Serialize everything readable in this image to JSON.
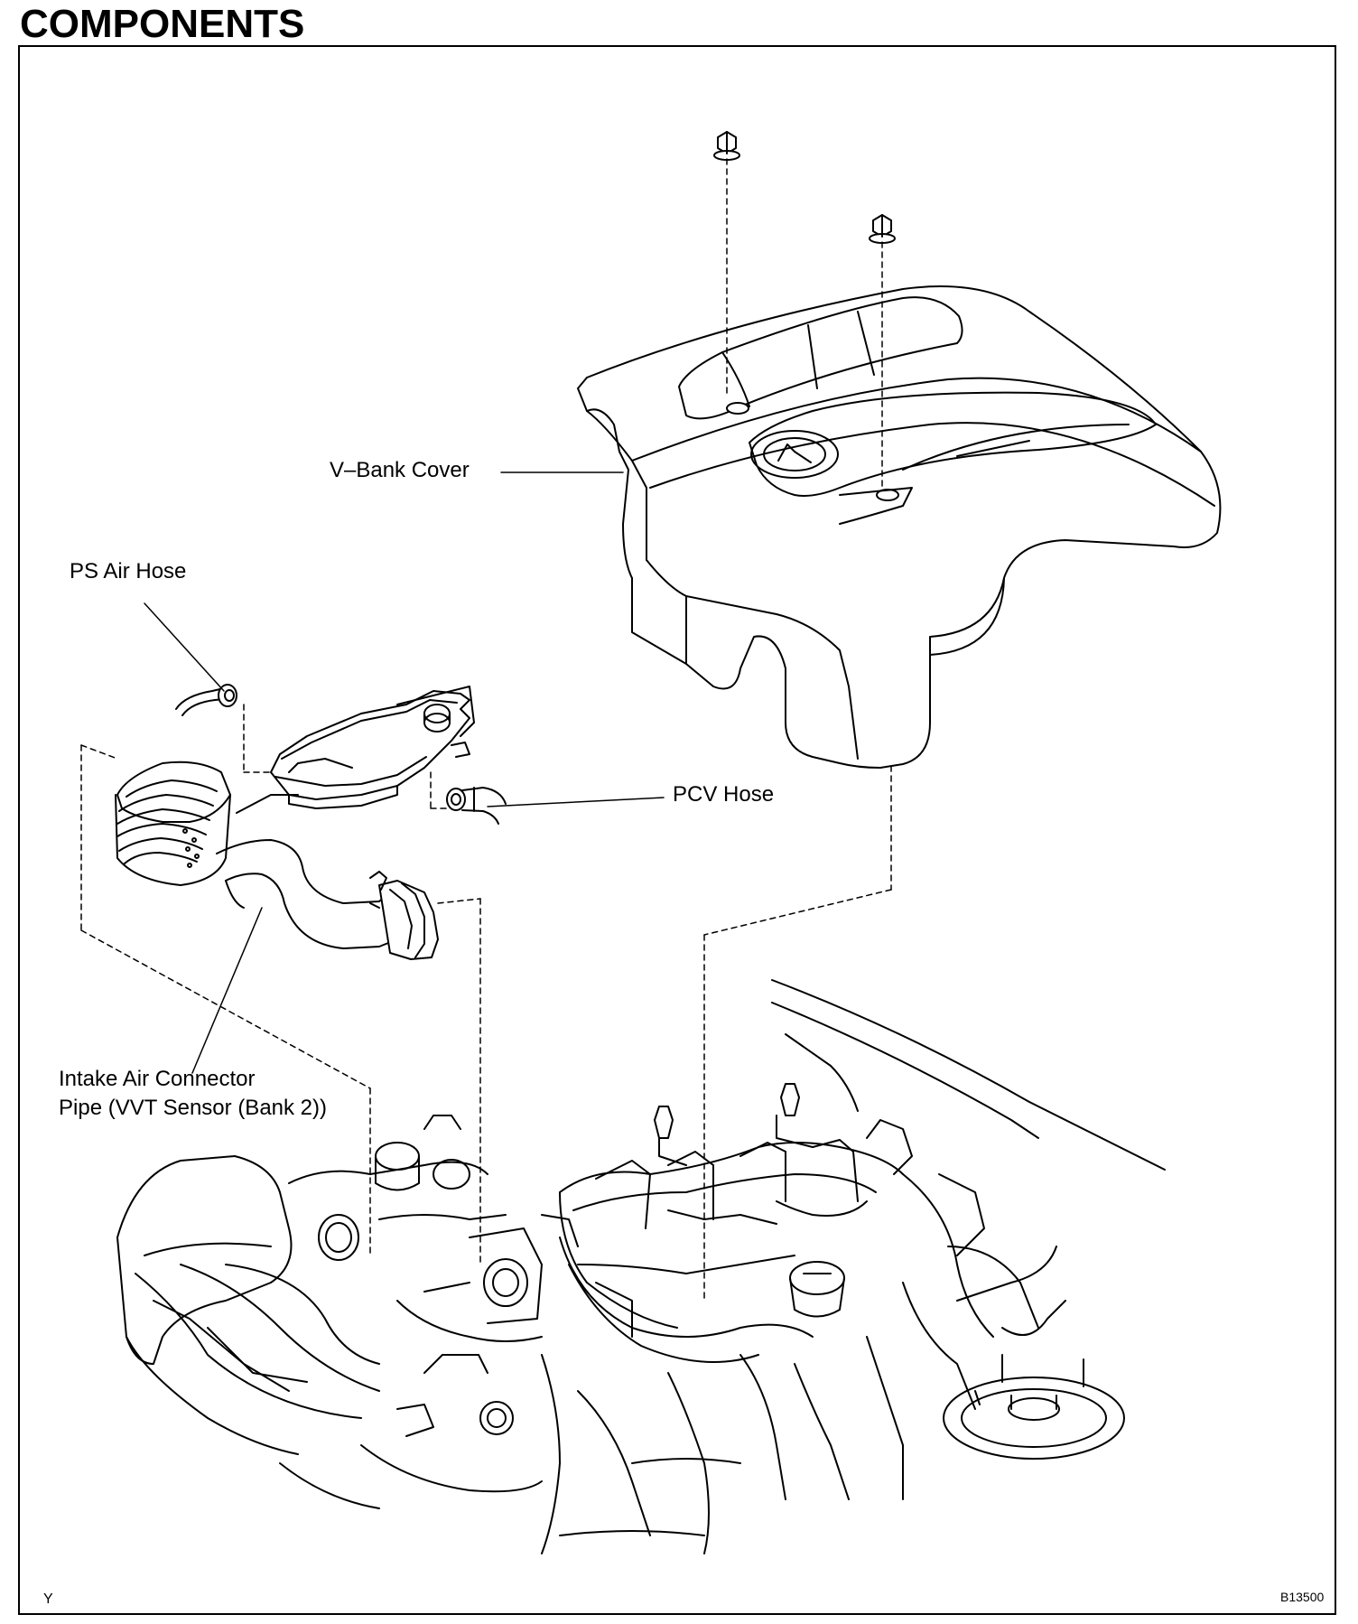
{
  "title": "COMPONENTS",
  "labels": {
    "v_bank_cover": "V–Bank Cover",
    "ps_air_hose": "PS Air Hose",
    "pcv_hose": "PCV Hose",
    "intake_line1": "Intake Air Connector",
    "intake_line2": "Pipe (VVT Sensor (Bank 2))"
  },
  "corner_code": "Y",
  "figure_code": "B13500"
}
